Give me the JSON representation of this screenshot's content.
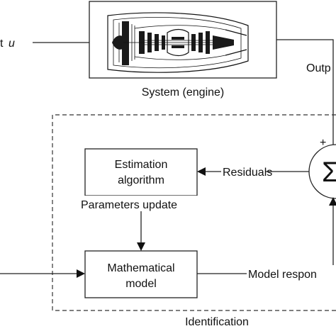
{
  "labels": {
    "input": "t",
    "input_var": "u",
    "system": "System (engine)",
    "output": "Outp",
    "plus": "+",
    "sum_symbol": "Σ",
    "estimation_line1": "Estimation",
    "estimation_line2": "algorithm",
    "residuals": "Residuals",
    "parameters_update": "Parameters update",
    "model_line1": "Mathematical",
    "model_line2": "model",
    "model_response": "Model respon",
    "identification": "Identification"
  },
  "icons": {
    "engine": "jet-engine-cutaway-icon"
  },
  "colors": {
    "stroke": "#222222",
    "text": "#111111",
    "background": "#ffffff"
  }
}
